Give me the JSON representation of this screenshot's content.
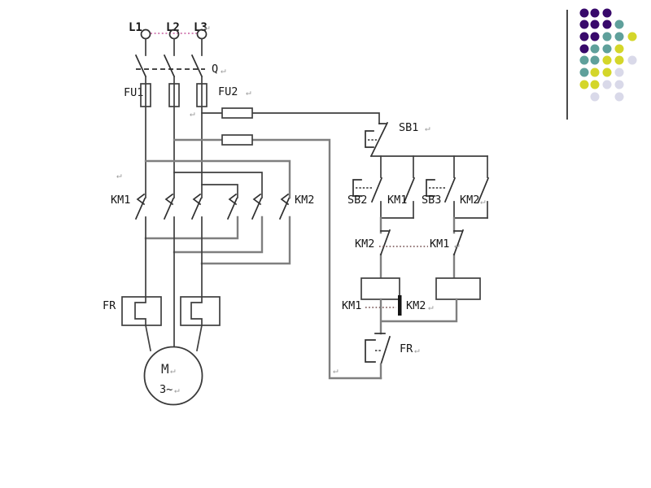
{
  "diagram": {
    "title_hint": "three-phase motor forward-reverse contactor control circuit",
    "labels": {
      "l1": "L1",
      "l2": "L2",
      "l3": "L3",
      "q": "Q",
      "fu1": "FU1",
      "fu2": "FU2",
      "km1_main": "KM1",
      "km2_main": "KM2",
      "fr_main": "FR",
      "motor_m": "M",
      "motor_phase": "3~",
      "sb1": "SB1",
      "sb2": "SB2",
      "sb3": "SB3",
      "km1_aux": "KM1",
      "km2_aux": "KM2",
      "km2_interlock": "KM2",
      "km1_interlock": "KM1",
      "km1_coil": "KM1",
      "km2_coil": "KM2",
      "fr_aux": "FR",
      "return_mark": "↵"
    },
    "colors": {
      "wire_dark": "#3f3f3f",
      "wire_gray": "#7f7f7f",
      "terminal_dotted": "#c75f9f",
      "interlock_dotted": "#6e4848",
      "text": "#161616"
    }
  },
  "decoration": {
    "line_color": "#4a4a4a",
    "dots": {
      "colors": {
        "P": "#38096b",
        "T": "#5fa09b",
        "Y": "#d4d62a",
        "L": "#d9d9e9"
      },
      "cols_x": [
        718,
        731,
        746,
        761,
        777
      ],
      "rows_y": [
        16,
        30,
        45,
        60,
        74,
        89,
        104,
        119
      ],
      "radius": 5.5,
      "pattern": [
        [
          "P",
          "P",
          "P",
          null,
          null
        ],
        [
          "P",
          "P",
          "P",
          "T",
          null
        ],
        [
          "P",
          "P",
          "T",
          "T",
          "Y"
        ],
        [
          "P",
          "T",
          "T",
          "Y",
          null
        ],
        [
          "T",
          "T",
          "Y",
          "Y",
          "L"
        ],
        [
          "T",
          "Y",
          "Y",
          "L",
          null
        ],
        [
          "Y",
          "Y",
          "L",
          "L",
          null
        ],
        [
          null,
          "L",
          null,
          "L",
          null
        ]
      ]
    }
  }
}
